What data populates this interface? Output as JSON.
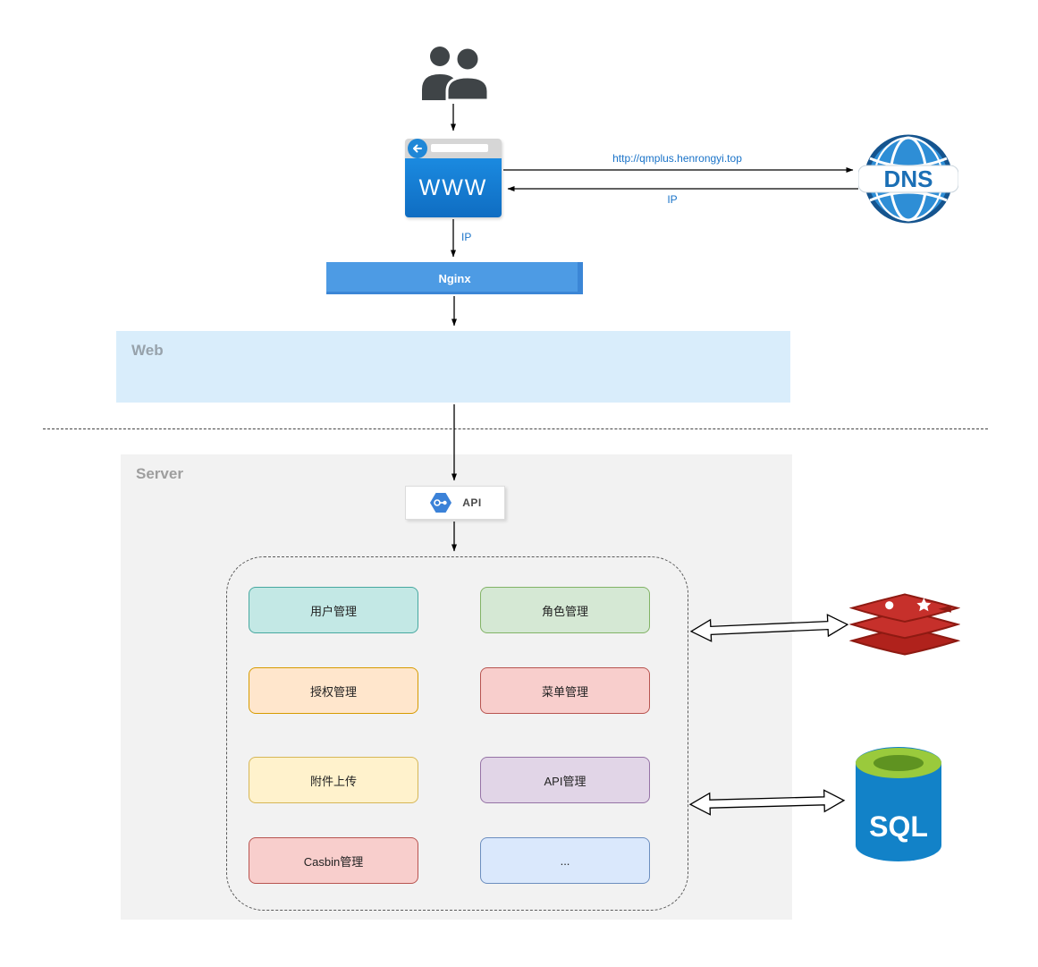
{
  "diagram": {
    "browser": {
      "label": "WWW"
    },
    "dns": {
      "label": "DNS"
    },
    "nginx": {
      "label": "Nginx"
    },
    "zones": {
      "web": "Web",
      "server": "Server"
    },
    "api": {
      "label": "API"
    },
    "sql": {
      "label": "SQL"
    },
    "edge_labels": {
      "dns_request_url": "http://qmplus.henrongyi.top",
      "dns_response": "IP",
      "browser_to_nginx": "IP"
    },
    "modules": [
      {
        "label": "用户管理",
        "bg": "#c3e8e5",
        "border": "#47a8a0"
      },
      {
        "label": "角色管理",
        "bg": "#d5e8d4",
        "border": "#82b366"
      },
      {
        "label": "授权管理",
        "bg": "#ffe6cc",
        "border": "#d79b00"
      },
      {
        "label": "菜单管理",
        "bg": "#f8cecc",
        "border": "#b85450"
      },
      {
        "label": "附件上传",
        "bg": "#fff2cc",
        "border": "#d6b656"
      },
      {
        "label": "API管理",
        "bg": "#e1d5e7",
        "border": "#9673a6"
      },
      {
        "label": "Casbin管理",
        "bg": "#f8cecc",
        "border": "#b85450"
      },
      {
        "label": "...",
        "bg": "#dae8fc",
        "border": "#6c8ebf"
      }
    ],
    "colors": {
      "edge_label_blue": "#1a73c8",
      "nginx_blue": "#4d9be4",
      "browser_blue": "#1b8ae0",
      "redis_red": "#c6302b",
      "sql_blue": "#1282c8",
      "sql_green": "#9aca3c"
    }
  }
}
